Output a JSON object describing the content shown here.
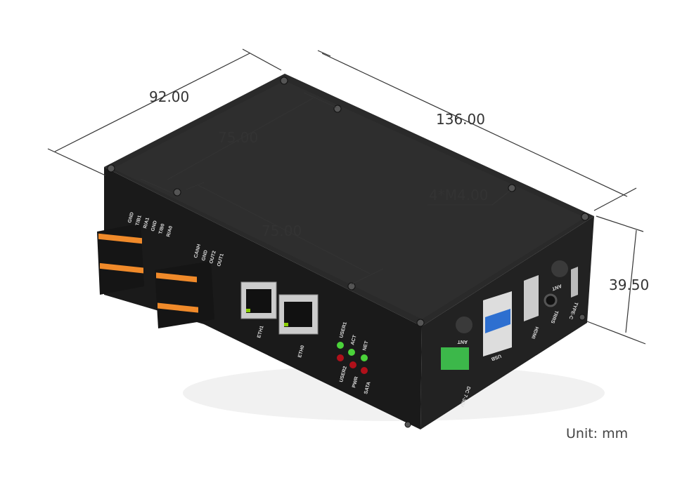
{
  "dimensions": {
    "depth": "92.00",
    "length": "136.00",
    "hole_spacing_short": "75.00",
    "hole_spacing_long": "75.00",
    "mount_holes": "4*M4.00",
    "height": "39.50",
    "unit": "Unit: mm"
  },
  "device_labels": {
    "terminal_a": [
      "GND",
      "T/B1",
      "R/A1",
      "GND",
      "T/B0",
      "R/A0"
    ],
    "terminal_b": [
      "CANH",
      "GND",
      "OUT2",
      "OUT1"
    ],
    "eth": [
      "ETH1",
      "ETH0"
    ],
    "leds": [
      "USER1",
      "ACT",
      "NET",
      "USER2",
      "PWR",
      "SATA"
    ],
    "ports": [
      "ANT",
      "DC 7-36V",
      "USB",
      "HDMI",
      "TRRS",
      "ANT",
      "TYPE-C"
    ]
  },
  "colors": {
    "case": "#1e1e1e",
    "terminal": "#f08a2a",
    "power_connector": "#3cb84a",
    "usb3": "#2d6fd0",
    "led_green": "#4bd23a",
    "led_red": "#b0101a"
  }
}
